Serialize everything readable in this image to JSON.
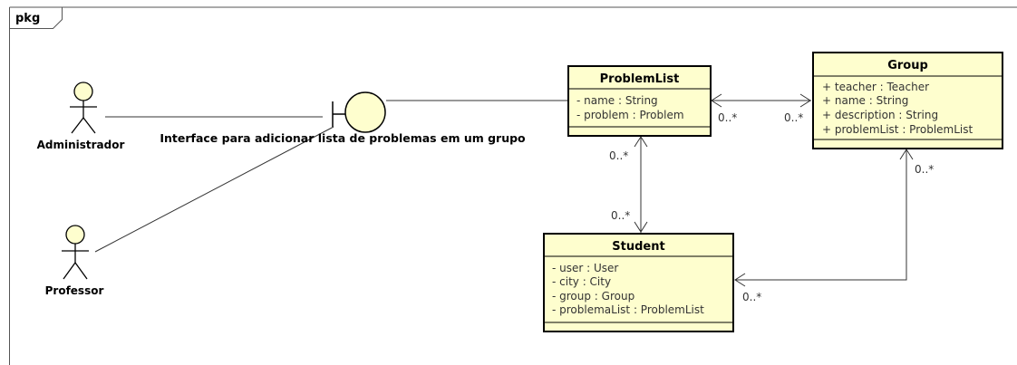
{
  "frame": {
    "label": "pkg"
  },
  "actors": [
    {
      "id": "administrador",
      "name": "Administrador"
    },
    {
      "id": "professor",
      "name": "Professor"
    }
  ],
  "boundary": {
    "label": "Interface para adicionar lista de problemas em um grupo"
  },
  "classes": {
    "problemlist": {
      "name": "ProblemList",
      "attributes": [
        "- name : String",
        "- problem : Problem"
      ]
    },
    "group": {
      "name": "Group",
      "attributes": [
        "+ teacher : Teacher",
        "+ name : String",
        "+ description : String",
        "+ problemList : ProblemList"
      ]
    },
    "student": {
      "name": "Student",
      "attributes": [
        "- user : User",
        "- city : City",
        "- group : Group",
        "- problemaList : ProblemList"
      ]
    }
  },
  "multiplicities": {
    "problemlist_group_left": "0..*",
    "problemlist_group_right": "0..*",
    "problemlist_student_top": "0..*",
    "problemlist_student_bottom": "0..*",
    "group_student_top": "0..*",
    "group_student_bottom": "0..*"
  },
  "colors": {
    "class_fill": "#FEFECE",
    "class_stroke": "#000000",
    "line": "#333333"
  }
}
